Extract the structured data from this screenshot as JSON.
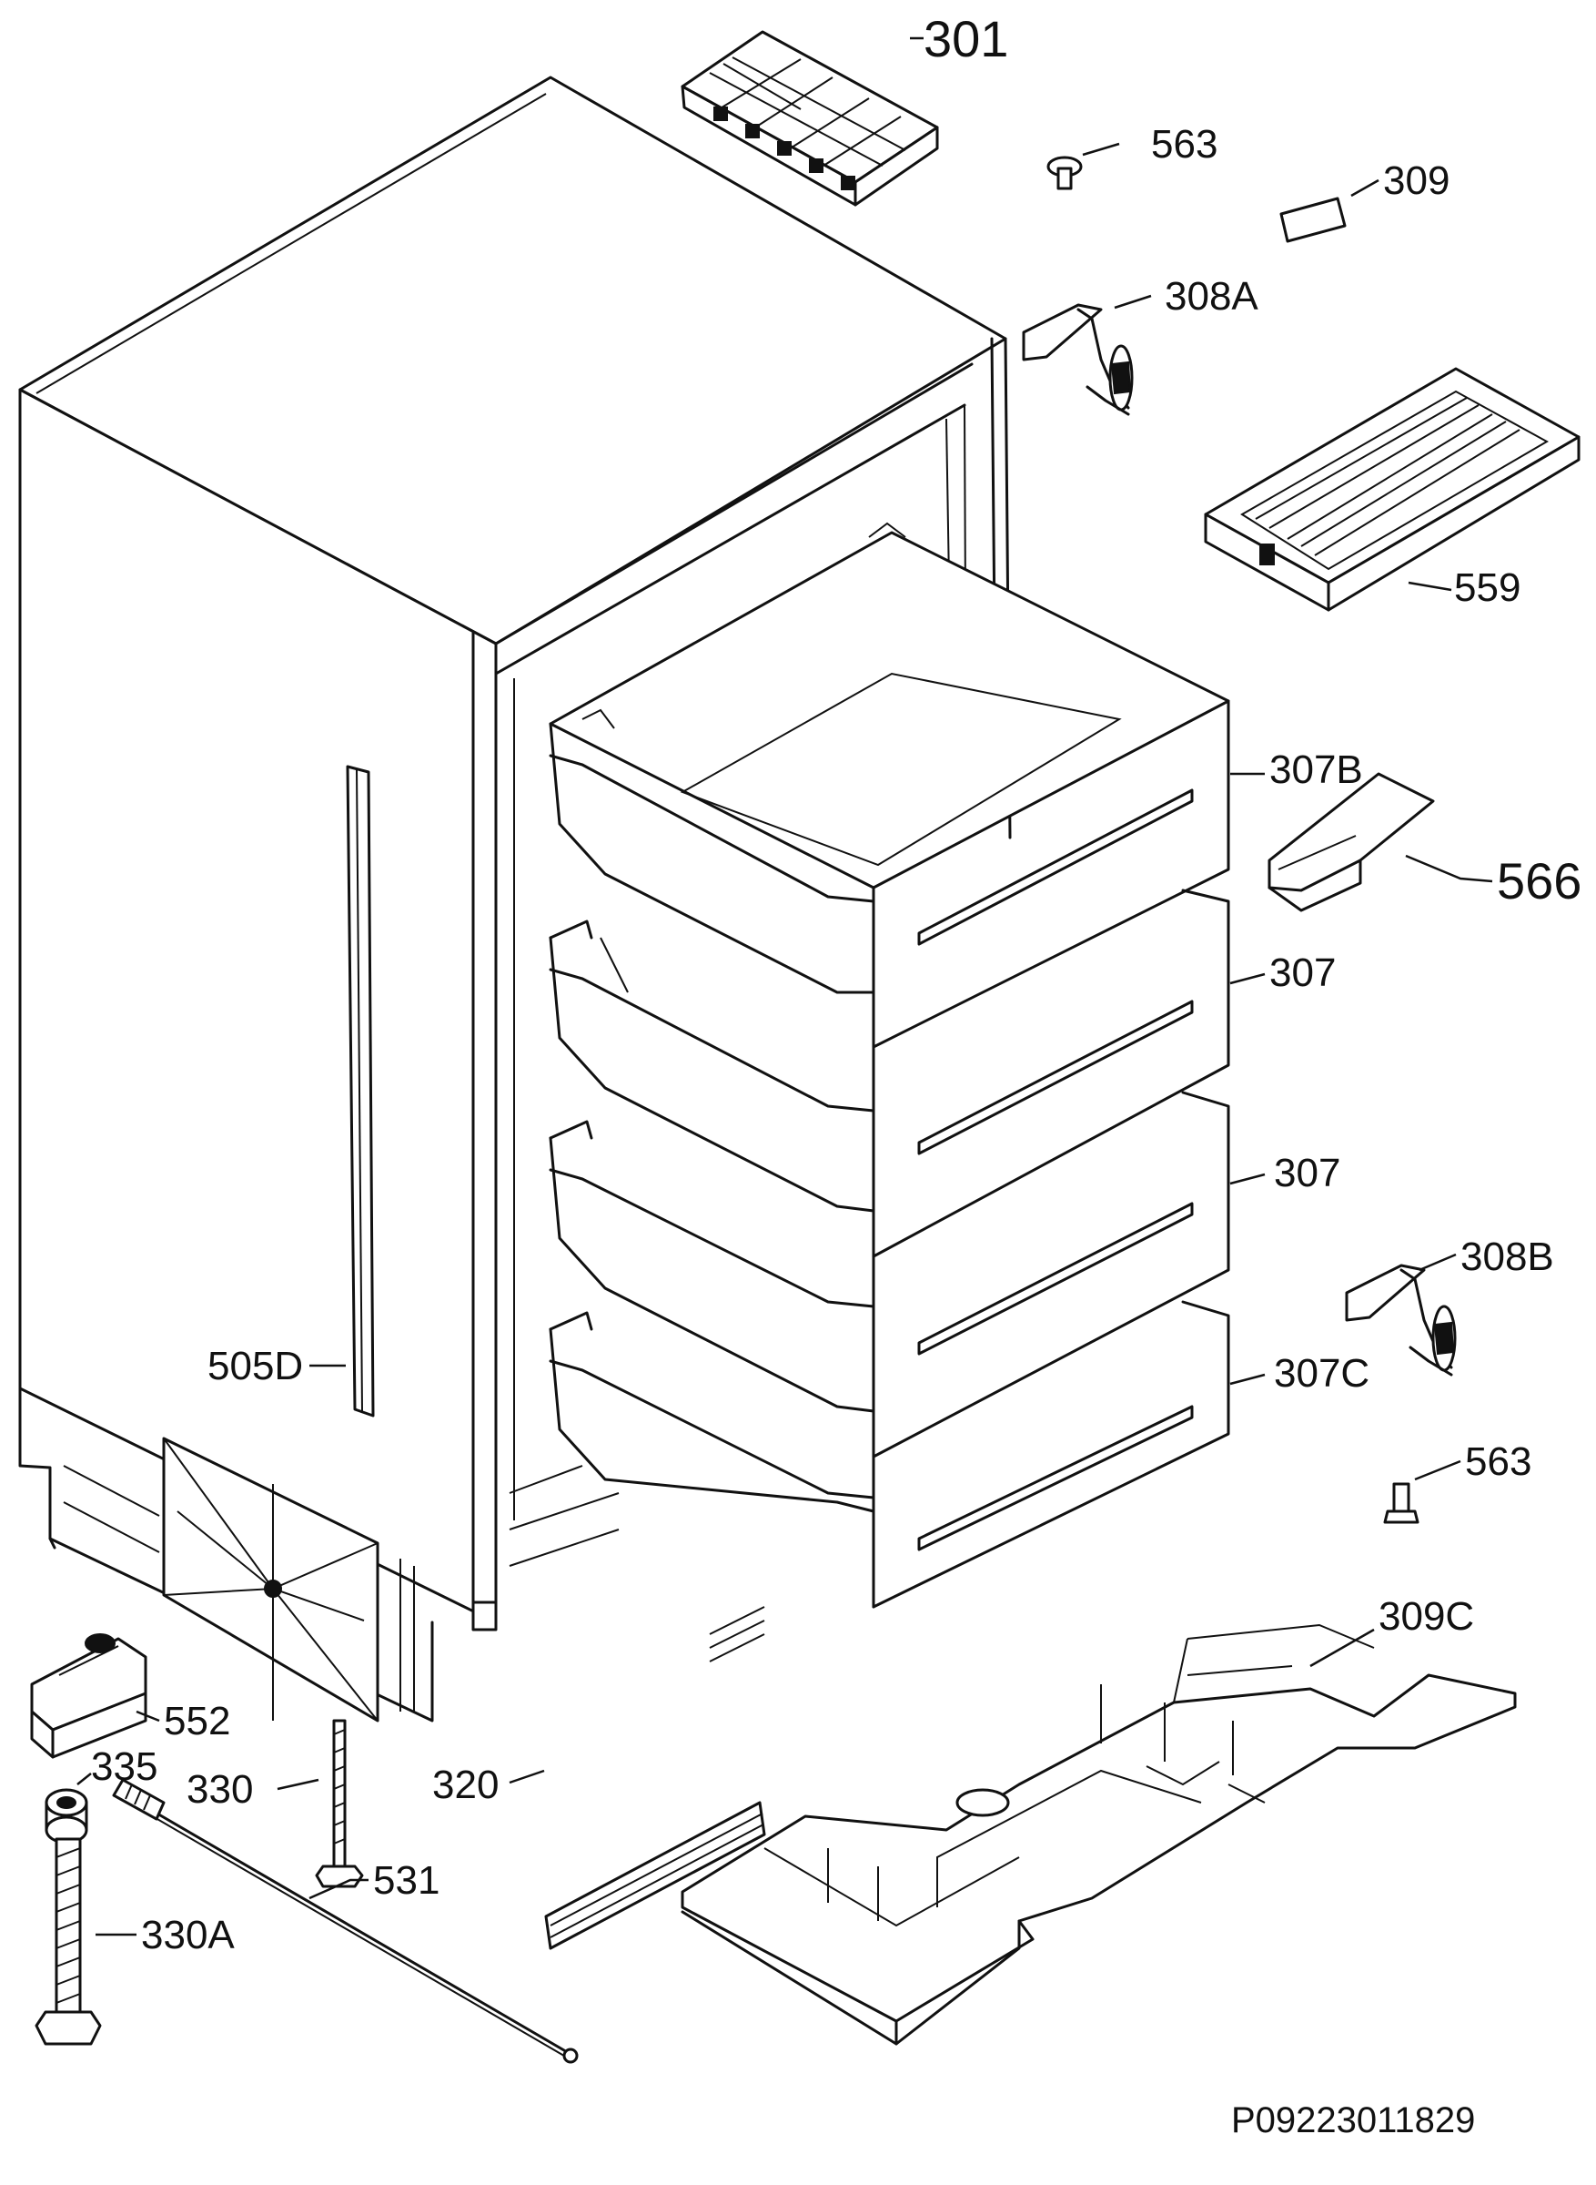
{
  "labels": {
    "ice_tray": "301",
    "plug_top": "563",
    "plug_bottom": "563",
    "plate": "309",
    "hinge_top": "308A",
    "hinge_bottom": "308B",
    "shelf": "559",
    "drawer_top": "307B",
    "scraper": "566",
    "drawer_2": "307",
    "drawer_3": "307",
    "drawer_bottom": "307C",
    "door_seal": "505D",
    "support": "552",
    "nut": "335",
    "screw": "330",
    "foot_screw": "330A",
    "vent_strip": "320",
    "rod": "531",
    "base_cover": "309C"
  },
  "reference": "P09223011829",
  "colors": {
    "line": "#111111",
    "background": "#ffffff"
  }
}
